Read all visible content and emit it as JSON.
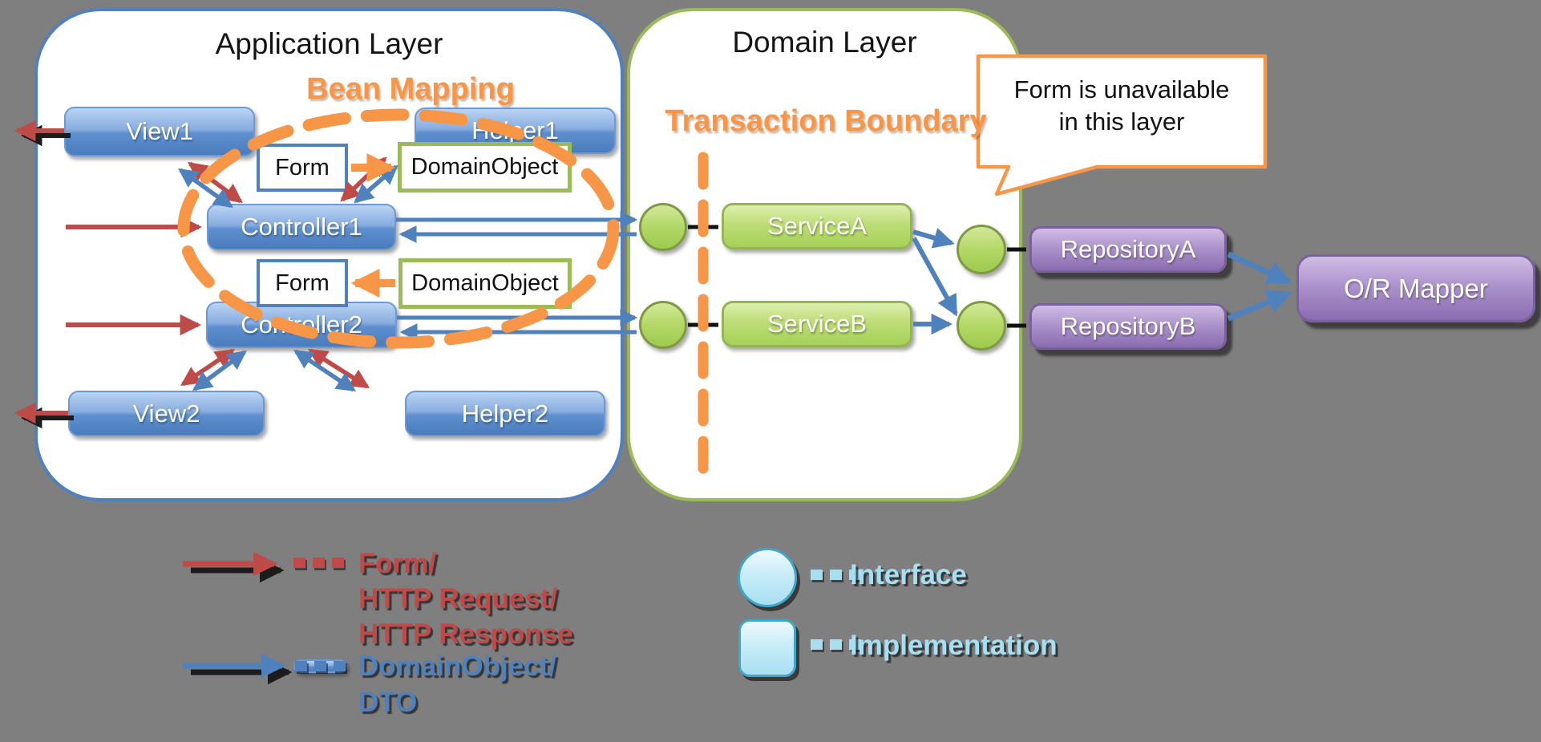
{
  "layers": {
    "application": {
      "title": "Application Layer"
    },
    "domain": {
      "title": "Domain Layer"
    }
  },
  "annotations": {
    "bean_mapping": "Bean Mapping",
    "transaction_boundary": "Transaction Boundary",
    "callout": {
      "line1": "Form is unavailable",
      "line2": "in this layer"
    }
  },
  "nodes": {
    "view1": "View1",
    "helper1": "Helper1",
    "form1": "Form",
    "domain_object1": "DomainObject",
    "controller1": "Controller1",
    "form2": "Form",
    "domain_object2": "DomainObject",
    "controller2": "Controller2",
    "view2": "View2",
    "helper2": "Helper2",
    "service_a": "ServiceA",
    "service_b": "ServiceB",
    "repository_a": "RepositoryA",
    "repository_b": "RepositoryB",
    "or_mapper": "O/R Mapper"
  },
  "legend": {
    "red_arrow_lines": [
      "Form/",
      "HTTP Request/",
      "HTTP Response"
    ],
    "blue_arrow_lines": [
      "DomainObject/",
      "DTO"
    ],
    "interface_label": "Interface",
    "implementation_label": "Implementation"
  },
  "colors": {
    "background": "#7f7f7f",
    "app_layer_border": "#4f81bd",
    "domain_layer_border": "#9bbb59",
    "node_blue": "#4f81bd",
    "node_green": "#9bbb59",
    "node_purple": "#8064a2",
    "accent_orange": "#f79646",
    "arrow_red": "#be4b48",
    "arrow_blue": "#4f81bd",
    "legend_lightblue": "#a6dff2"
  }
}
